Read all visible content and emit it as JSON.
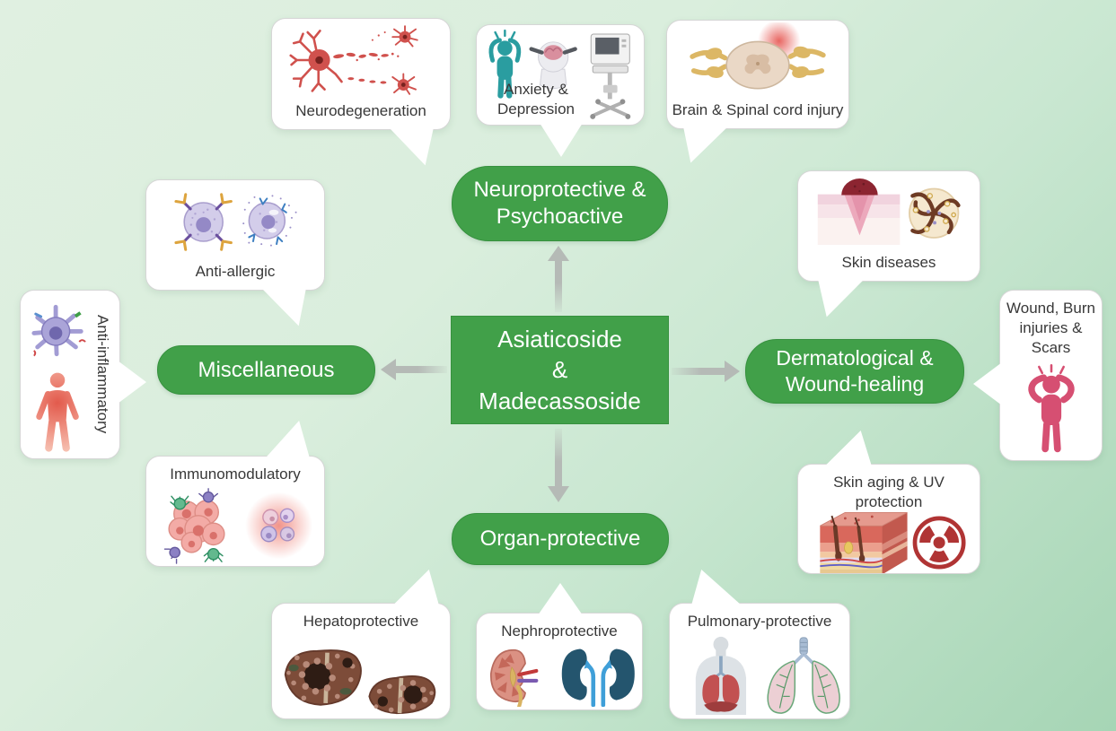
{
  "figure": {
    "center": {
      "label": "Asiaticoside\n&\nMadecassoside"
    },
    "nodes": {
      "neuro": {
        "label": "Neuroprotective &\nPsychoactive"
      },
      "misc": {
        "label": "Miscellaneous"
      },
      "derma": {
        "label": "Dermatological &\nWound-healing"
      },
      "organ": {
        "label": "Organ-protective"
      }
    },
    "callouts": {
      "neurodegeneration": {
        "label": "Neurodegeneration",
        "icons": [
          "degenerating-neurons-icon"
        ]
      },
      "anxiety": {
        "label": "Anxiety &\nDepression",
        "icons": [
          "anxious-person-icon",
          "brain-stimulation-head-icon",
          "eeg-monitor-icon"
        ]
      },
      "brain_spinal": {
        "label": "Brain & Spinal cord injury",
        "icons": [
          "spinal-cord-injury-icon"
        ]
      },
      "anti_allergic": {
        "label": "Anti-allergic",
        "icons": [
          "mast-cell-antibodies-icon",
          "degranulating-mast-cell-icon"
        ]
      },
      "anti_inflammatory": {
        "label": "Anti-inflammatory",
        "icons": [
          "dendritic-cell-icon",
          "inflamed-body-icon"
        ]
      },
      "immunomodulatory": {
        "label": "Immunomodulatory",
        "icons": [
          "tumor-immune-cells-icon",
          "inflamed-cells-icon"
        ]
      },
      "skin_diseases": {
        "label": "Skin diseases",
        "icons": [
          "skin-wound-section-icon",
          "skin-cell-cluster-icon"
        ]
      },
      "wound_burn": {
        "label": "Wound, Burn\ninjuries &\nScars",
        "icons": [
          "distressed-person-icon"
        ]
      },
      "skin_aging": {
        "label": "Skin aging & UV protection",
        "icons": [
          "skin-block-icon",
          "radiation-symbol-icon"
        ]
      },
      "hepatoprotective": {
        "label": "Hepatoprotective",
        "icons": [
          "cirrhotic-livers-icon"
        ]
      },
      "nephroprotective": {
        "label": "Nephroprotective",
        "icons": [
          "kidney-section-icon",
          "kidney-pair-icon"
        ]
      },
      "pulmonary": {
        "label": "Pulmonary-protective",
        "icons": [
          "torso-lungs-icon",
          "lungs-detail-icon"
        ]
      }
    },
    "colors": {
      "node_green": "#41a049",
      "arrow_gray": "#b5bab6",
      "bubble_white": "#ffffff",
      "bubble_border": "#d6d6d6",
      "text_dark": "#383838",
      "neuron_red": "#d0514d",
      "teal": "#2a9da0",
      "person_pink": "#d64f72",
      "radiation_red": "#b03434",
      "background_green_light": "#e0f0e1",
      "background_green_dark": "#a6d5b5"
    }
  }
}
